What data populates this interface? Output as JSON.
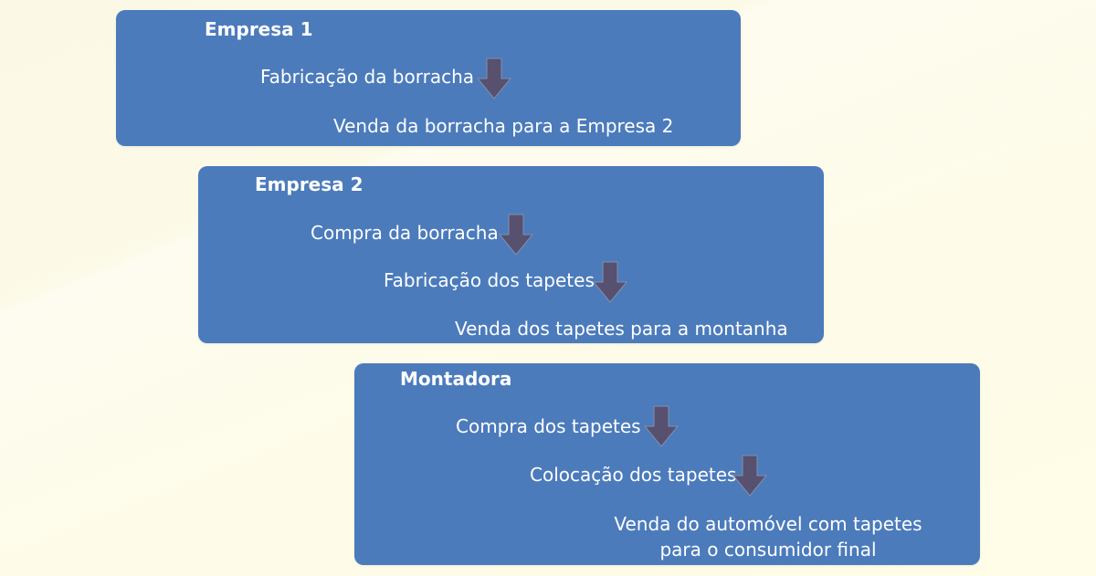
{
  "groups": [
    {
      "title": "Empresa 1",
      "steps": [
        "Fabricação da borracha",
        "Venda da borracha para a Empresa 2"
      ]
    },
    {
      "title": "Empresa 2",
      "steps": [
        "Compra da borracha",
        "Fabricação dos tapetes",
        "Venda dos tapetes para a montanha"
      ]
    },
    {
      "title": "Montadora",
      "steps": [
        "Compra dos tapetes",
        "Colocação dos tapetes",
        "Venda do automóvel com tapetes para o consumidor final"
      ]
    }
  ],
  "colors": {
    "box": "#4b7bbb",
    "arrow": "#58506f",
    "background": "#fdfbe8"
  },
  "icons": {
    "arrow": "arrow-down-icon"
  }
}
